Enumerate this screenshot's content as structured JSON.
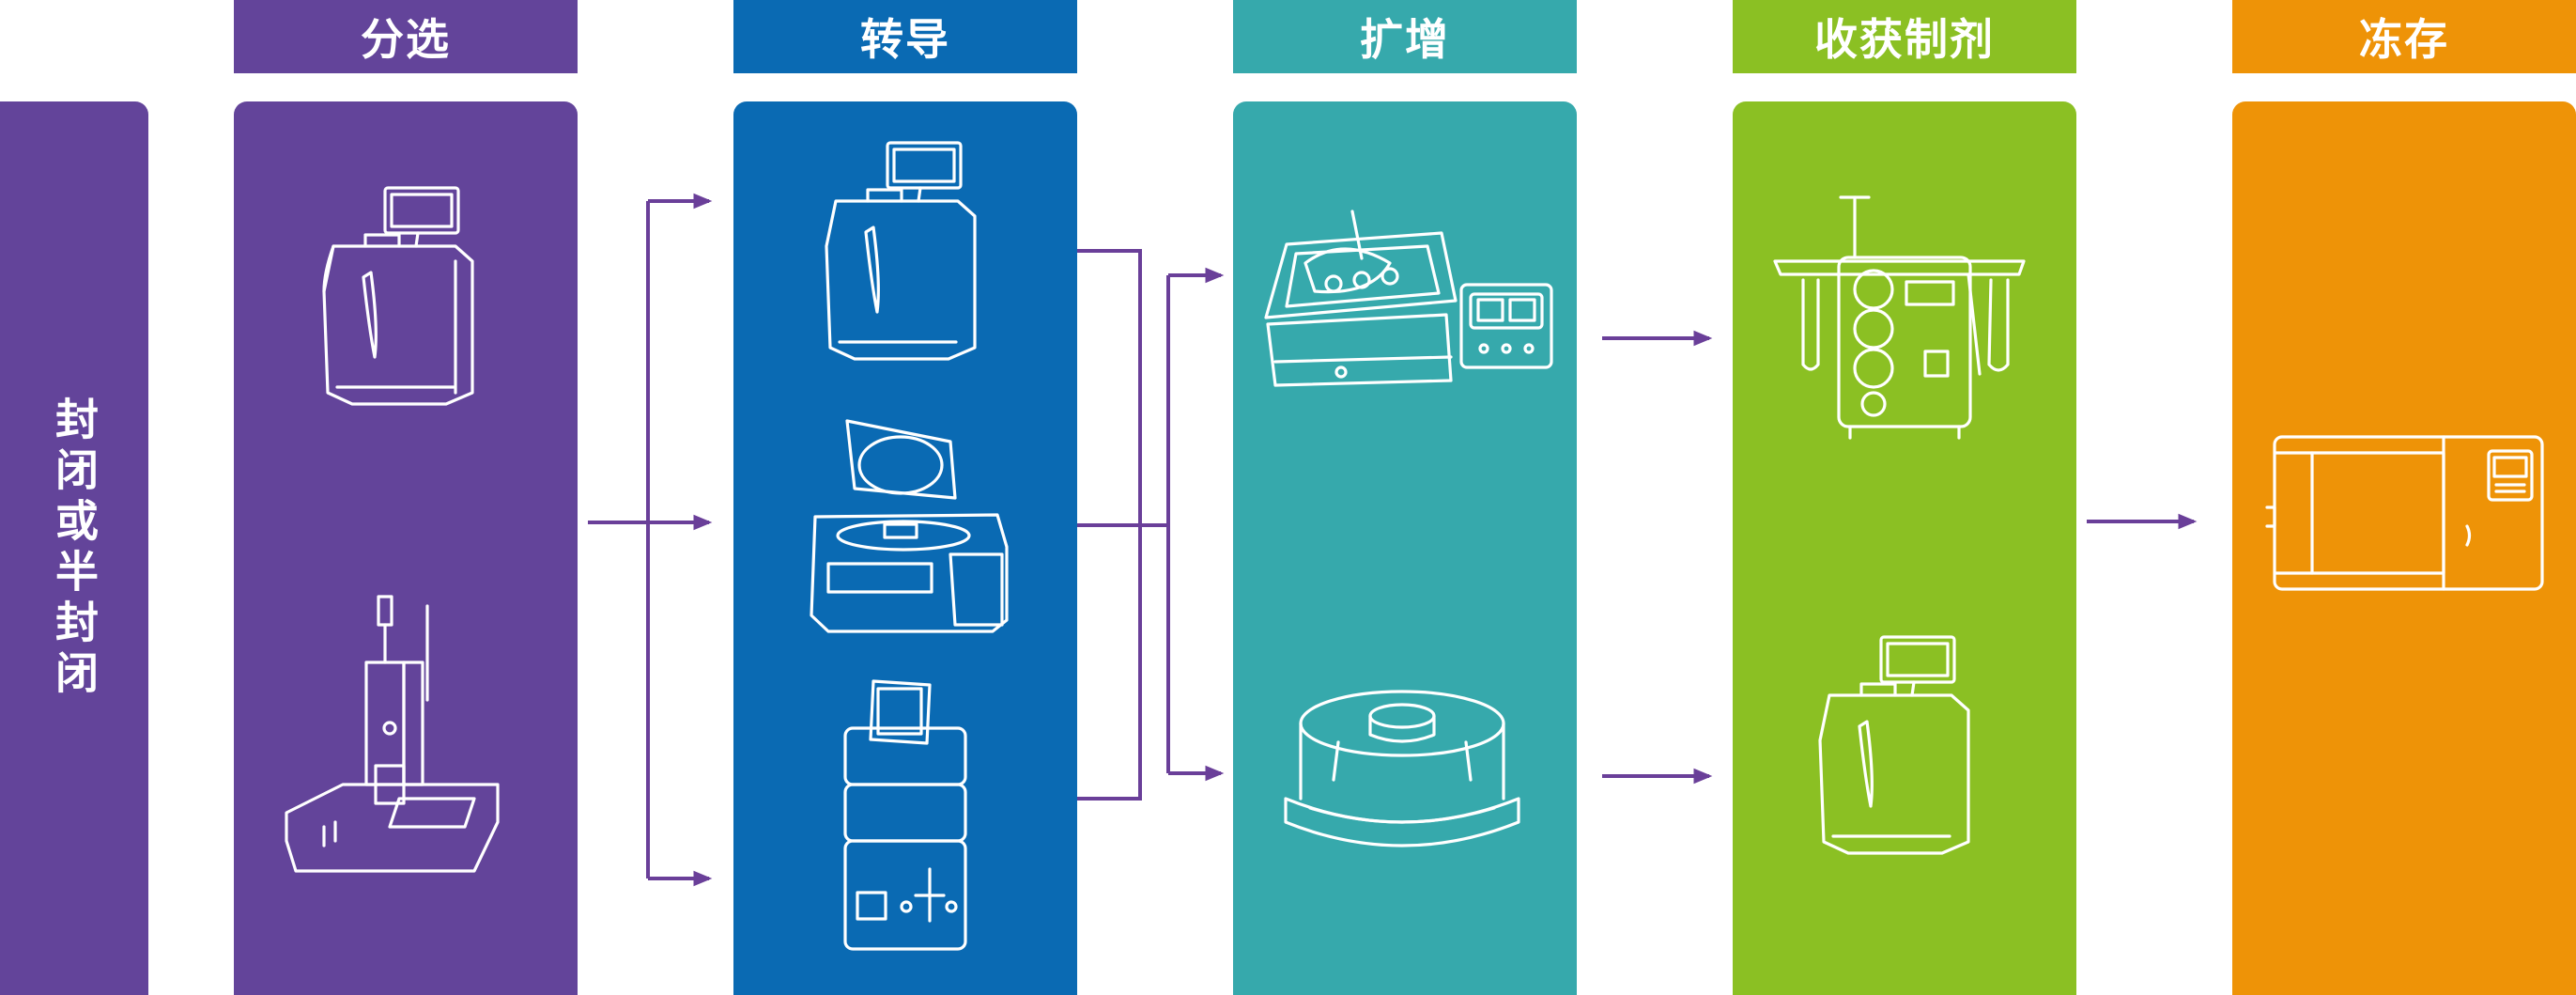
{
  "side_label": "封闭或半封闭",
  "stages": [
    {
      "id": "sorting",
      "title": "分选",
      "color": "#63449a"
    },
    {
      "id": "transduction",
      "title": "转导",
      "color": "#0a6ab3"
    },
    {
      "id": "expansion",
      "title": "扩增",
      "color": "#36a9ac"
    },
    {
      "id": "harvest",
      "title": "收获制剂",
      "color": "#8bc023"
    },
    {
      "id": "cryo",
      "title": "冻存",
      "color": "#ee9307"
    }
  ],
  "side_color": "#63449a",
  "arrow_color": "#6a3f99",
  "devices": [
    {
      "stage": "sorting",
      "icon": "cell-processor-icon"
    },
    {
      "stage": "sorting",
      "icon": "magnetic-separator-icon"
    },
    {
      "stage": "transduction",
      "icon": "cell-processor-icon"
    },
    {
      "stage": "transduction",
      "icon": "centrifuge-icon"
    },
    {
      "stage": "transduction",
      "icon": "stacked-culture-system-icon"
    },
    {
      "stage": "expansion",
      "icon": "rocking-bioreactor-icon"
    },
    {
      "stage": "expansion",
      "icon": "bioreactor-controller-icon"
    },
    {
      "stage": "expansion",
      "icon": "rotating-culture-platform-icon"
    },
    {
      "stage": "harvest",
      "icon": "harvest-system-icon"
    },
    {
      "stage": "harvest",
      "icon": "cell-processor-icon"
    },
    {
      "stage": "cryo",
      "icon": "controlled-rate-freezer-icon"
    }
  ]
}
